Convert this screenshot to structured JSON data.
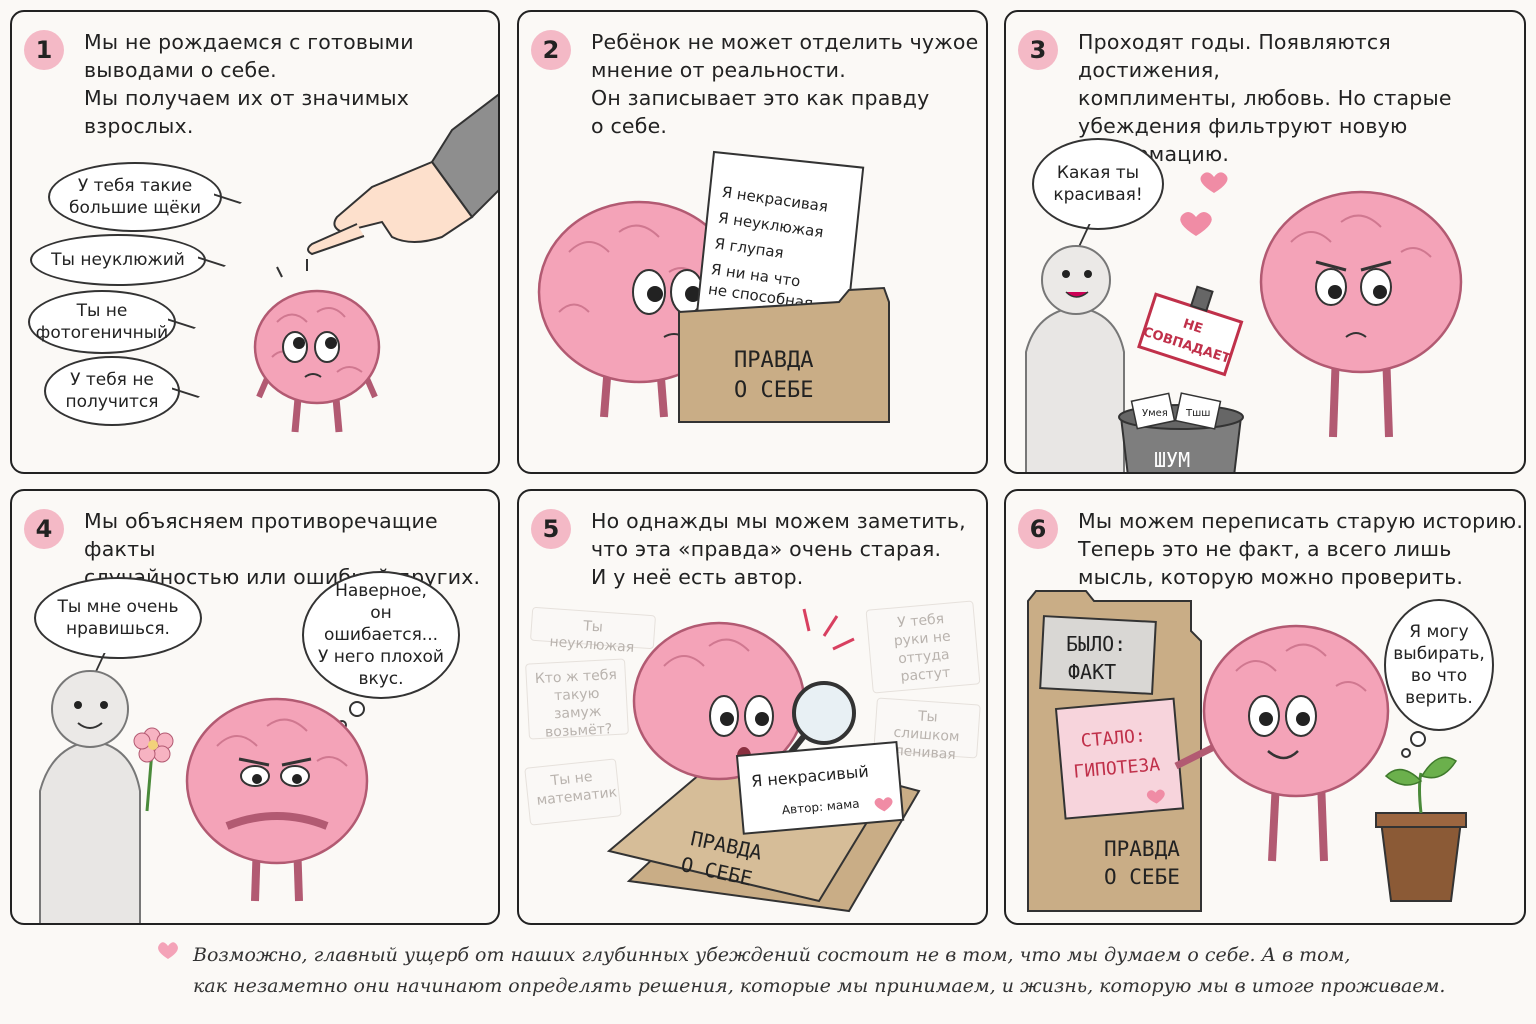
{
  "panels": [
    {
      "number": "1",
      "caption": "Мы не рождаемся с готовыми\nвыводами о себе.\nМы получаем их от значимых\nвзрослых.",
      "bubbles": [
        "У тебя такие\nбольшие щёки",
        "Ты неуклюжий",
        "Ты не\nфотогеничный",
        "У тебя не\nполучится"
      ]
    },
    {
      "number": "2",
      "caption": "Ребёнок не может отделить чужое\nмнение от реальности.\nОн записывает это как правду\nо себе.",
      "paper_lines": [
        "Я некрасивая",
        "Я неуклюжая",
        "Я глупая",
        "Я ни на что",
        "не способная"
      ],
      "folder_label": [
        "ПРАВДА",
        "О СЕБЕ"
      ]
    },
    {
      "number": "3",
      "caption": "Проходят годы. Появляются достижения,\nкомплименты, любовь. Но старые\nубеждения фильтруют новую информацию.",
      "bubble": "Какая ты\nкрасивая!",
      "stamp": [
        "НЕ",
        "СОВПАДАЕТ"
      ],
      "trash_label": "ШУМ",
      "trash_notes": [
        "Умея",
        "Тшш"
      ]
    },
    {
      "number": "4",
      "caption": "Мы объясняем противоречащие факты\nслучайностью или ошибкой других.",
      "bubble_person": "Ты мне очень\nнравишься.",
      "bubble_brain": "Наверное,\nон ошибается...\nУ него плохой\nвкус."
    },
    {
      "number": "5",
      "caption": "Но однажды мы можем заметить,\nчто эта «правда» очень старая.\nИ у неё есть автор.",
      "faded_notes": [
        "Ты неуклюжая",
        "Кто ж тебя\nтакую замуж\nвозьмёт?",
        "Ты не\nматематик",
        "У тебя\nруки не оттуда\nрастут",
        "Ты слишком\nленивая"
      ],
      "card_text": "Я некрасивый",
      "card_author": "Автор: мама",
      "folder_label": [
        "ПРАВДА",
        "О СЕБЕ"
      ]
    },
    {
      "number": "6",
      "caption": "Мы можем переписать старую историю.\nТеперь это не факт, а всего лишь\nмысль, которую можно проверить.",
      "was_label": [
        "БЫЛО:",
        "ФАКТ"
      ],
      "became_label": [
        "СТАЛО:",
        "ГИПОТЕЗА"
      ],
      "folder_label": [
        "ПРАВДА",
        "О СЕБЕ"
      ],
      "bubble": "Я могу\nвыбирать,\nво что\nверить."
    }
  ],
  "footer": {
    "text": "Возможно, главный ущерб от наших глубинных убеждений состоит не в том, что мы думаем о себе. А в том,\nкак незаметно они начинают определять решения, которые мы принимаем, и жизнь, которую мы в итоге проживаем."
  },
  "colors": {
    "brain": "#f4a3b8",
    "brain_outline": "#b25a72",
    "accent_pink": "#f4b9c6",
    "folder": "#c9ad86",
    "stamp_red": "#c0304a"
  }
}
